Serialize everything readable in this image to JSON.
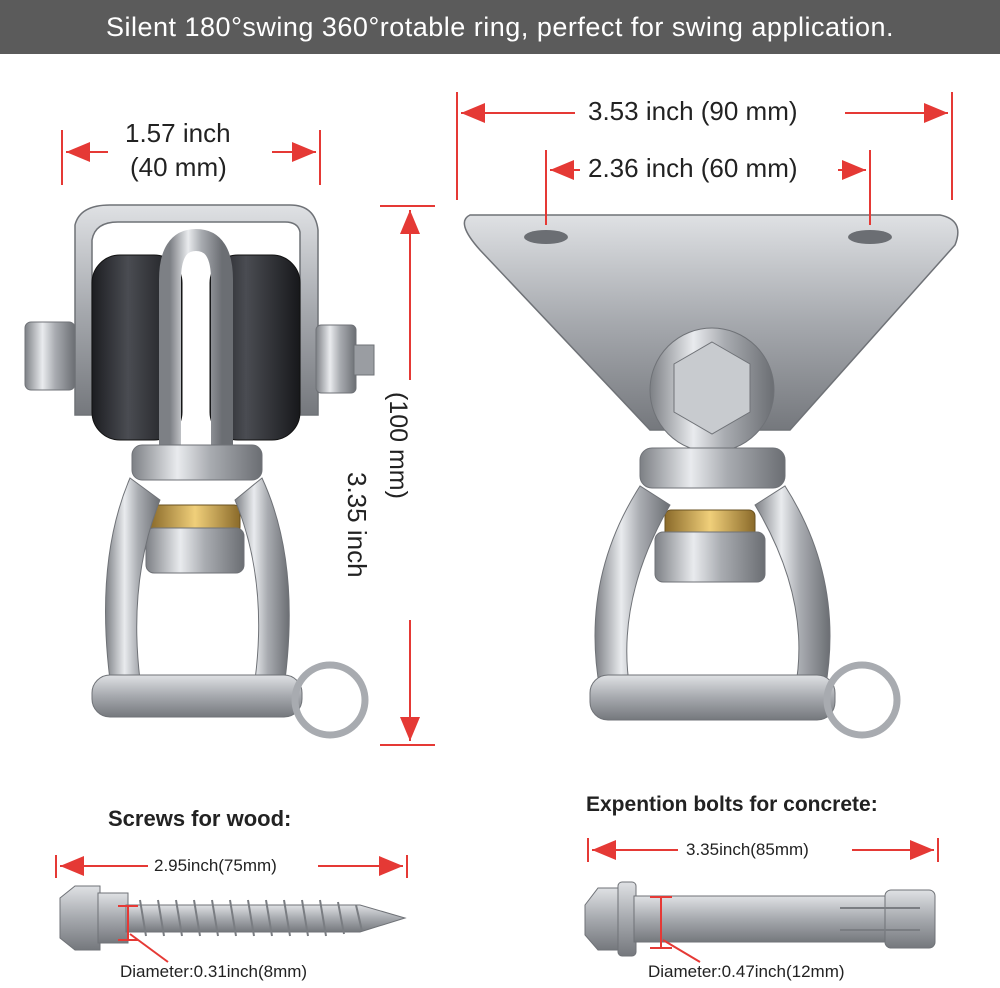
{
  "banner": {
    "text": "Silent 180°swing 360°rotable ring, perfect for swing application."
  },
  "colors": {
    "banner_bg": "#5b5b5b",
    "arrow": "#e53935",
    "metal": "#b9bcc0",
    "roller": "#2a2c31"
  },
  "left_hanger": {
    "width_line1": "1.57 inch",
    "width_line2": "(40 mm)",
    "height_line1": "3.35 inch",
    "height_line2": "(100 mm)"
  },
  "right_hanger": {
    "width_outer": "3.53 inch (90 mm)",
    "width_inner": "2.36 inch (60 mm)"
  },
  "wood_screw": {
    "heading": "Screws for wood:",
    "length": "2.95inch(75mm)",
    "diameter": "Diameter:0.31inch(8mm)"
  },
  "concrete_bolt": {
    "heading": "Expention bolts for concrete:",
    "length": "3.35inch(85mm)",
    "diameter": "Diameter:0.47inch(12mm)"
  }
}
